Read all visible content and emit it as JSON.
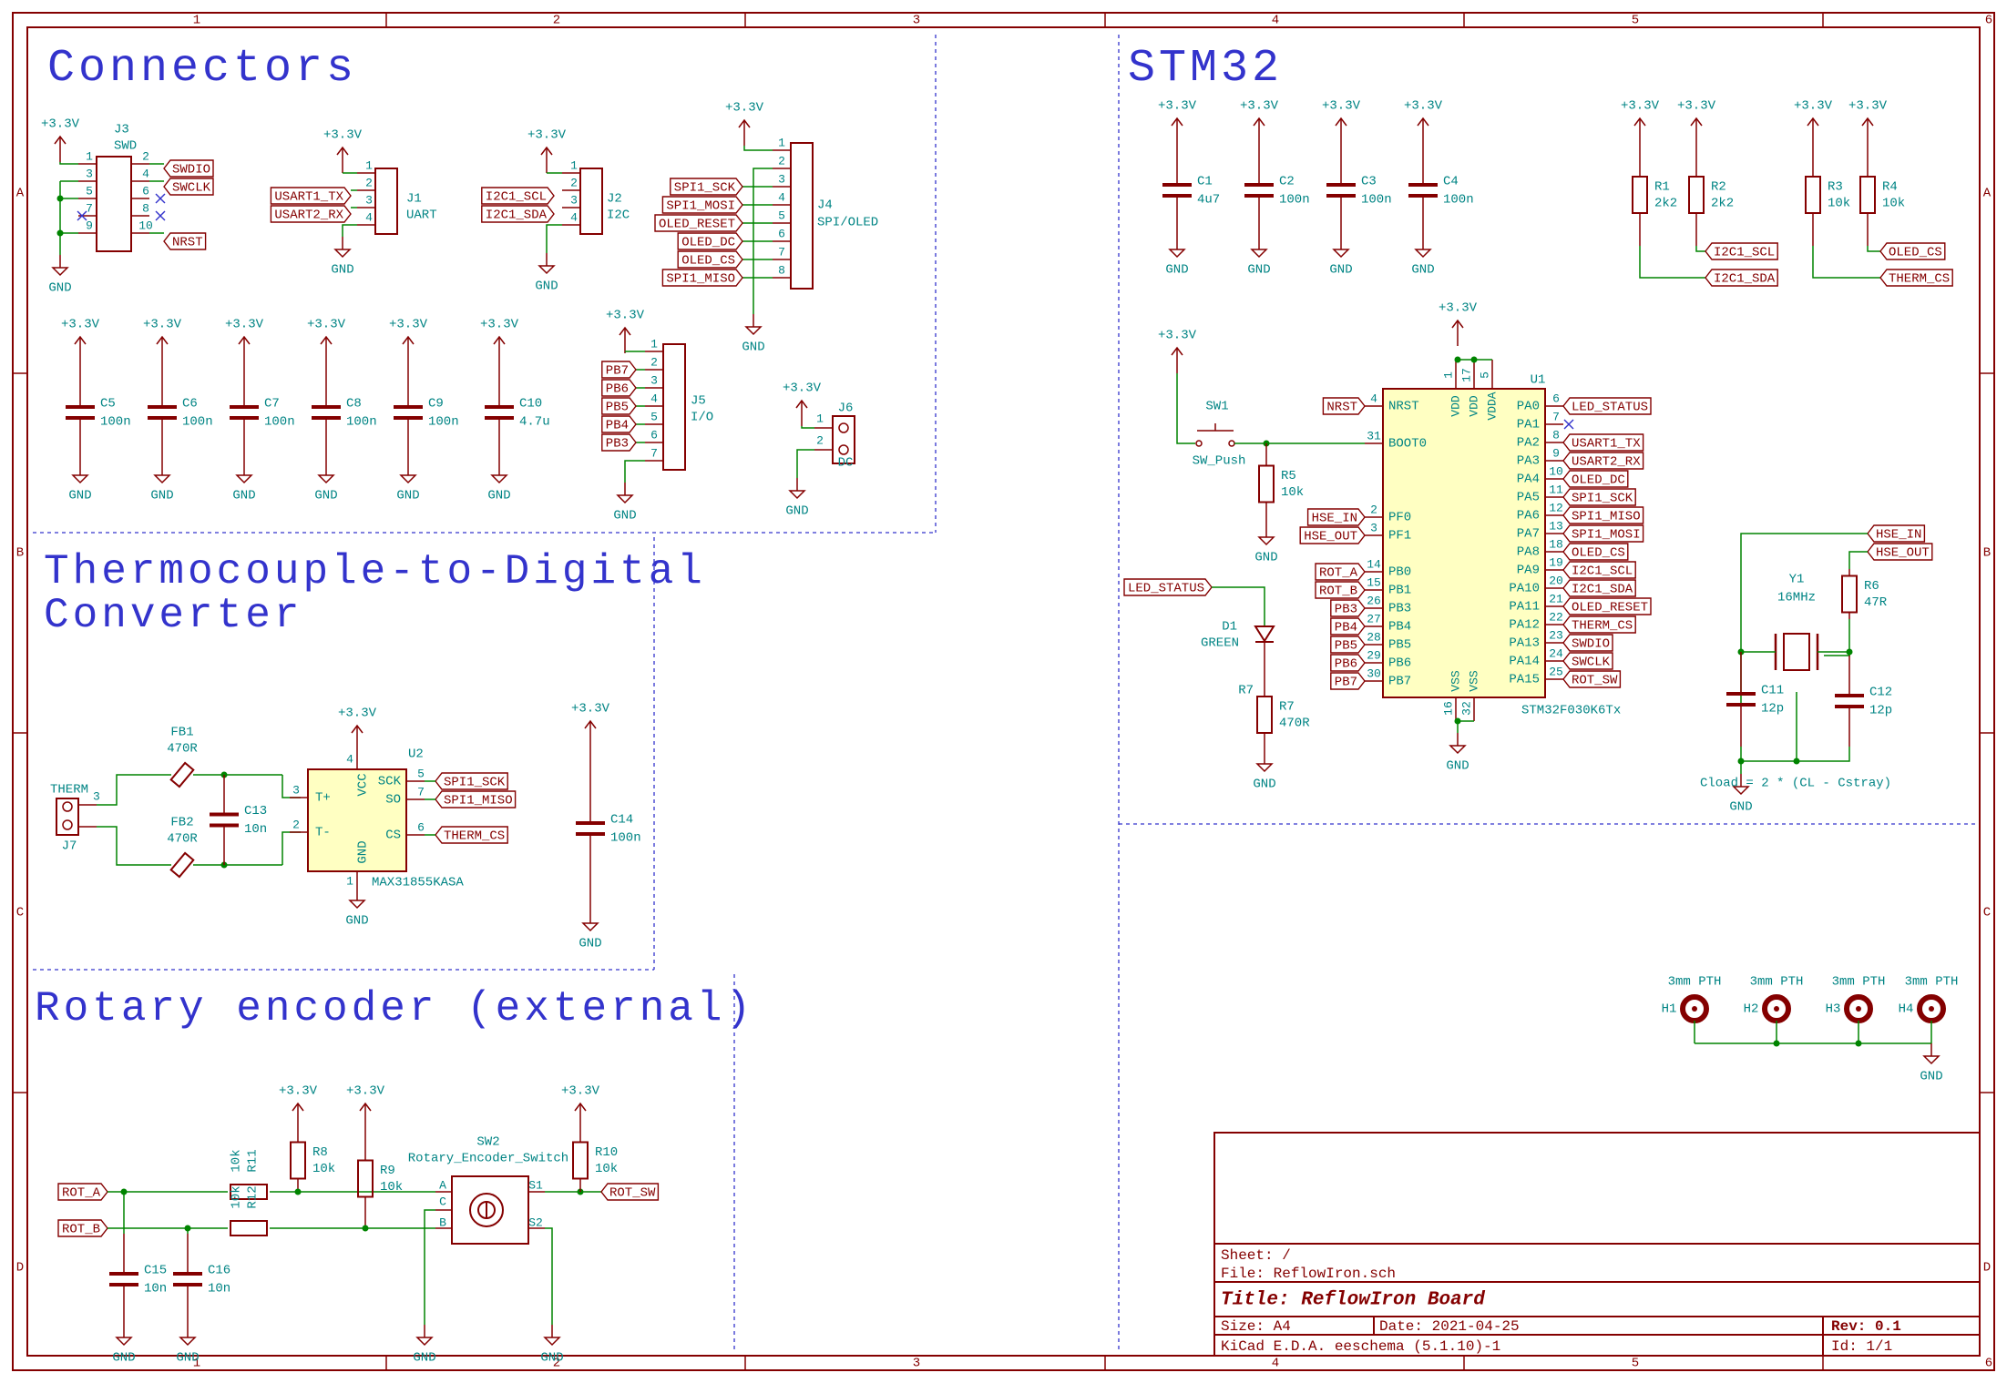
{
  "sheet": {
    "col_labels": [
      "1",
      "2",
      "3",
      "4",
      "5",
      "6"
    ],
    "row_labels": [
      "A",
      "B",
      "C",
      "D"
    ],
    "sections": {
      "connectors": "Connectors",
      "stm32": "STM32",
      "thermo_l1": "Thermocouple-to-Digital",
      "thermo_l2": "Converter",
      "rotary": "Rotary encoder (external)"
    },
    "note": "Cload = 2 * (CL - Cstray)"
  },
  "title_block": {
    "sheet": "Sheet: /",
    "file": "File: ReflowIron.sch",
    "title": "Title: ReflowIron Board",
    "size": "Size: A4",
    "date": "Date: 2021-04-25",
    "rev": "Rev: 0.1",
    "tool": "KiCad E.D.A.  eeschema (5.1.10)-1",
    "id": "Id: 1/1"
  },
  "pwr": {
    "v33": "+3.3V",
    "gnd": "GND"
  },
  "conn": {
    "j3_ref": "J3",
    "j3_val": "SWD",
    "j3_pins": [
      "1",
      "2",
      "3",
      "4",
      "5",
      "6",
      "7",
      "8",
      "9",
      "10"
    ],
    "j3_nets": [
      "SWDIO",
      "SWCLK",
      "NRST"
    ],
    "j1_ref": "J1",
    "j1_val": "UART",
    "j1_pins": [
      "1",
      "2",
      "3",
      "4"
    ],
    "j1_nets": [
      "USART1_TX",
      "USART2_RX"
    ],
    "j2_ref": "J2",
    "j2_val": "I2C",
    "j2_pins": [
      "1",
      "2",
      "3",
      "4"
    ],
    "j2_nets": [
      "I2C1_SCL",
      "I2C1_SDA"
    ],
    "j4_ref": "J4",
    "j4_val": "SPI/OLED",
    "j4_pins": [
      "1",
      "2",
      "3",
      "4",
      "5",
      "6",
      "7",
      "8"
    ],
    "j4_nets": [
      "SPI1_SCK",
      "SPI1_MOSI",
      "OLED_RESET",
      "OLED_DC",
      "OLED_CS",
      "SPI1_MISO"
    ],
    "j5_ref": "J5",
    "j5_val": "I/O",
    "j5_pins": [
      "1",
      "2",
      "3",
      "4",
      "5",
      "6",
      "7"
    ],
    "j5_nets": [
      "PB7",
      "PB6",
      "PB5",
      "PB4",
      "PB3"
    ],
    "j6_ref": "J6",
    "j6_val": "DC",
    "j6_pins": [
      "1",
      "2"
    ],
    "caps": [
      {
        "ref": "C5",
        "val": "100n"
      },
      {
        "ref": "C6",
        "val": "100n"
      },
      {
        "ref": "C7",
        "val": "100n"
      },
      {
        "ref": "C8",
        "val": "100n"
      },
      {
        "ref": "C9",
        "val": "100n"
      },
      {
        "ref": "C10",
        "val": "4.7u"
      }
    ]
  },
  "stm": {
    "caps": [
      {
        "ref": "C1",
        "val": "4u7"
      },
      {
        "ref": "C2",
        "val": "100n"
      },
      {
        "ref": "C3",
        "val": "100n"
      },
      {
        "ref": "C4",
        "val": "100n"
      }
    ],
    "r1": {
      "ref": "R1",
      "val": "2k2"
    },
    "r2": {
      "ref": "R2",
      "val": "2k2"
    },
    "r3": {
      "ref": "R3",
      "val": "10k"
    },
    "r4": {
      "ref": "R4",
      "val": "10k"
    },
    "pull_nets": [
      "I2C1_SCL",
      "I2C1_SDA",
      "OLED_CS",
      "THERM_CS"
    ],
    "sw1_ref": "SW1",
    "sw1_val": "SW_Push",
    "r5": {
      "ref": "R5",
      "val": "10k"
    },
    "d1_ref": "D1",
    "d1_val": "GREEN",
    "led_net": "LED_STATUS",
    "r7": {
      "ref": "R7",
      "val": "470R"
    },
    "u1_ref": "U1",
    "u1_val": "STM32F030K6Tx",
    "u1_left_names": [
      "NRST",
      "BOOT0",
      "PF0",
      "PF1",
      "PB0",
      "PB1",
      "PB3",
      "PB4",
      "PB5",
      "PB6",
      "PB7"
    ],
    "u1_left_nums": [
      "4",
      "31",
      "2",
      "3",
      "14",
      "15",
      "26",
      "27",
      "28",
      "29",
      "30"
    ],
    "u1_left_nets": [
      "NRST",
      "HSE_IN",
      "HSE_OUT",
      "ROT_A",
      "ROT_B",
      "PB3",
      "PB4",
      "PB5",
      "PB6",
      "PB7"
    ],
    "u1_right_names": [
      "PA0",
      "PA1",
      "PA2",
      "PA3",
      "PA4",
      "PA5",
      "PA6",
      "PA7",
      "PA8",
      "PA9",
      "PA10",
      "PA11",
      "PA12",
      "PA13",
      "PA14",
      "PA15"
    ],
    "u1_right_nums": [
      "6",
      "7",
      "8",
      "9",
      "10",
      "11",
      "12",
      "13",
      "18",
      "19",
      "20",
      "21",
      "22",
      "23",
      "24",
      "25"
    ],
    "u1_right_nets": [
      "LED_STATUS",
      "",
      "USART1_TX",
      "USART2_RX",
      "OLED_DC",
      "SPI1_SCK",
      "SPI1_MISO",
      "SPI1_MOSI",
      "OLED_CS",
      "I2C1_SCL",
      "I2C1_SDA",
      "OLED_RESET",
      "THERM_CS",
      "SWDIO",
      "SWCLK",
      "ROT_SW"
    ],
    "u1_top_names": [
      "VDD",
      "VDD",
      "VDDA"
    ],
    "u1_top_nums": [
      "1",
      "17",
      "5"
    ],
    "u1_bot_names": [
      "VSS",
      "VSS"
    ],
    "u1_bot_nums": [
      "16",
      "32"
    ],
    "xtal_nets": [
      "HSE_IN",
      "HSE_OUT"
    ],
    "r6": {
      "ref": "R6",
      "val": "47R"
    },
    "y1_ref": "Y1",
    "y1_val": "16MHz",
    "c11": {
      "ref": "C11",
      "val": "12p"
    },
    "c12": {
      "ref": "C12",
      "val": "12p"
    },
    "holes": [
      {
        "ref": "H1",
        "val": "3mm PTH"
      },
      {
        "ref": "H2",
        "val": "3mm PTH"
      },
      {
        "ref": "H3",
        "val": "3mm PTH"
      },
      {
        "ref": "H4",
        "val": "3mm PTH"
      }
    ]
  },
  "thermo": {
    "j7_ref": "J7",
    "j7_val": "THERM",
    "fb1": {
      "ref": "FB1",
      "val": "470R"
    },
    "fb2": {
      "ref": "FB2",
      "val": "470R"
    },
    "c13": {
      "ref": "C13",
      "val": "10n"
    },
    "c14": {
      "ref": "C14",
      "val": "100n"
    },
    "u2_ref": "U2",
    "u2_val": "MAX31855KASA",
    "u2_pins": {
      "tp": "T+",
      "tm": "T-",
      "vcc": "VCC",
      "gnd": "GND",
      "sck": "SCK",
      "so": "SO",
      "cs": "CS"
    },
    "u2_nums": [
      "3",
      "2",
      "4",
      "1",
      "5",
      "7",
      "6"
    ],
    "nets": [
      "SPI1_SCK",
      "SPI1_MISO",
      "THERM_CS"
    ]
  },
  "rot": {
    "r8": {
      "ref": "R8",
      "val": "10k"
    },
    "r9": {
      "ref": "R9",
      "val": "10k"
    },
    "r10": {
      "ref": "R10",
      "val": "10k"
    },
    "r11": {
      "ref": "R11",
      "val": "10k"
    },
    "r12": {
      "ref": "R12",
      "val": "10k"
    },
    "c15": {
      "ref": "C15",
      "val": "10n"
    },
    "c16": {
      "ref": "C16",
      "val": "10n"
    },
    "sw2_ref": "SW2",
    "sw2_val": "Rotary_Encoder_Switch",
    "sw2_pins": [
      "A",
      "C",
      "B",
      "S1",
      "S2"
    ],
    "nets": [
      "ROT_A",
      "ROT_B",
      "ROT_SW"
    ]
  }
}
